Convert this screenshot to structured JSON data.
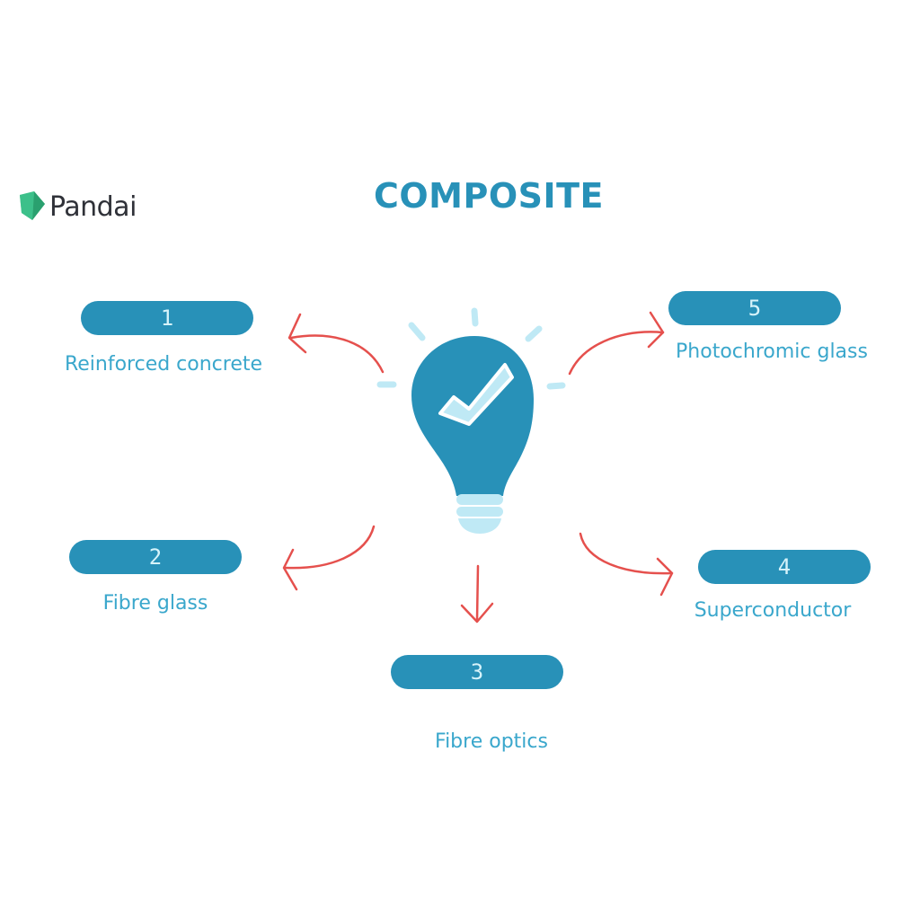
{
  "brand": {
    "name": "Pandai"
  },
  "title": "COMPOSITE",
  "items": [
    {
      "number": "1",
      "label": "Reinforced concrete"
    },
    {
      "number": "2",
      "label": "Fibre glass"
    },
    {
      "number": "3",
      "label": "Fibre optics"
    },
    {
      "number": "4",
      "label": "Superconductor"
    },
    {
      "number": "5",
      "label": "Photochromic glass"
    }
  ],
  "colors": {
    "primary": "#2891b8",
    "text_blue": "#3aa7cc",
    "light_blue": "#bfe9f5",
    "arrow_red": "#e5504d",
    "logo_green": "#3cc08a",
    "logo_text": "#2f3138"
  },
  "icons": {
    "center": "lightbulb-checkmark-icon",
    "logo": "pandai-leaf-icon",
    "connectors": "arrow-icon"
  }
}
